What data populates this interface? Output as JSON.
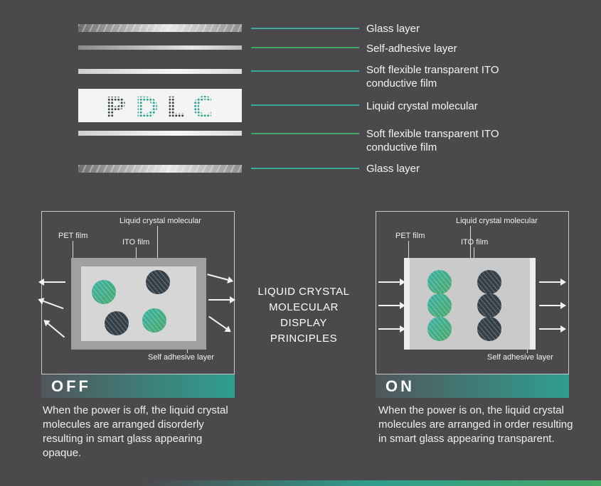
{
  "colors": {
    "background": "#4b494c",
    "teal_accent": "#3aa99c",
    "green_accent": "#3fa768",
    "state_bar_gradient_start": "#51565b",
    "state_bar_gradient_end": "#2f9f90",
    "pdlc_dark": "#3a4750",
    "pdlc_teal": "#2fa496"
  },
  "layer_diagram": {
    "pdlc": {
      "letters": [
        {
          "char": "P",
          "tone": "dark"
        },
        {
          "char": "D",
          "tone": "teal"
        },
        {
          "char": "L",
          "tone": "dark"
        },
        {
          "char": "C",
          "tone": "teal"
        }
      ]
    },
    "layers": [
      {
        "label": "Glass layer"
      },
      {
        "label": "Self-adhesive layer"
      },
      {
        "label": "Soft flexible transparent ITO conductive film"
      },
      {
        "label": "Liquid crystal molecular"
      },
      {
        "label": "Soft flexible transparent ITO conductive film"
      },
      {
        "label": "Glass layer"
      }
    ]
  },
  "center_title": {
    "lines": [
      "LIQUID CRYSTAL",
      "MOLECULAR",
      "DISPLAY",
      "PRINCIPLES"
    ]
  },
  "off_panel": {
    "state": "OFF",
    "label_liquid_crystal": "Liquid crystal molecular",
    "label_pet_film": "PET film",
    "label_ito_film": "ITO film",
    "label_self_adhesive": "Self adhesive layer",
    "caption": "When the power is off, the liquid crystal molecules are arranged disorderly resulting in smart glass appearing opaque."
  },
  "on_panel": {
    "state": "ON",
    "label_liquid_crystal": "Liquid crystal molecular",
    "label_pet_film": "PET film",
    "label_ito_film": "ITO film",
    "label_self_adhesive": "Self adhesive layer",
    "caption": "When the power is on, the liquid crystal molecules are arranged in order resulting in smart glass appearing transparent."
  }
}
